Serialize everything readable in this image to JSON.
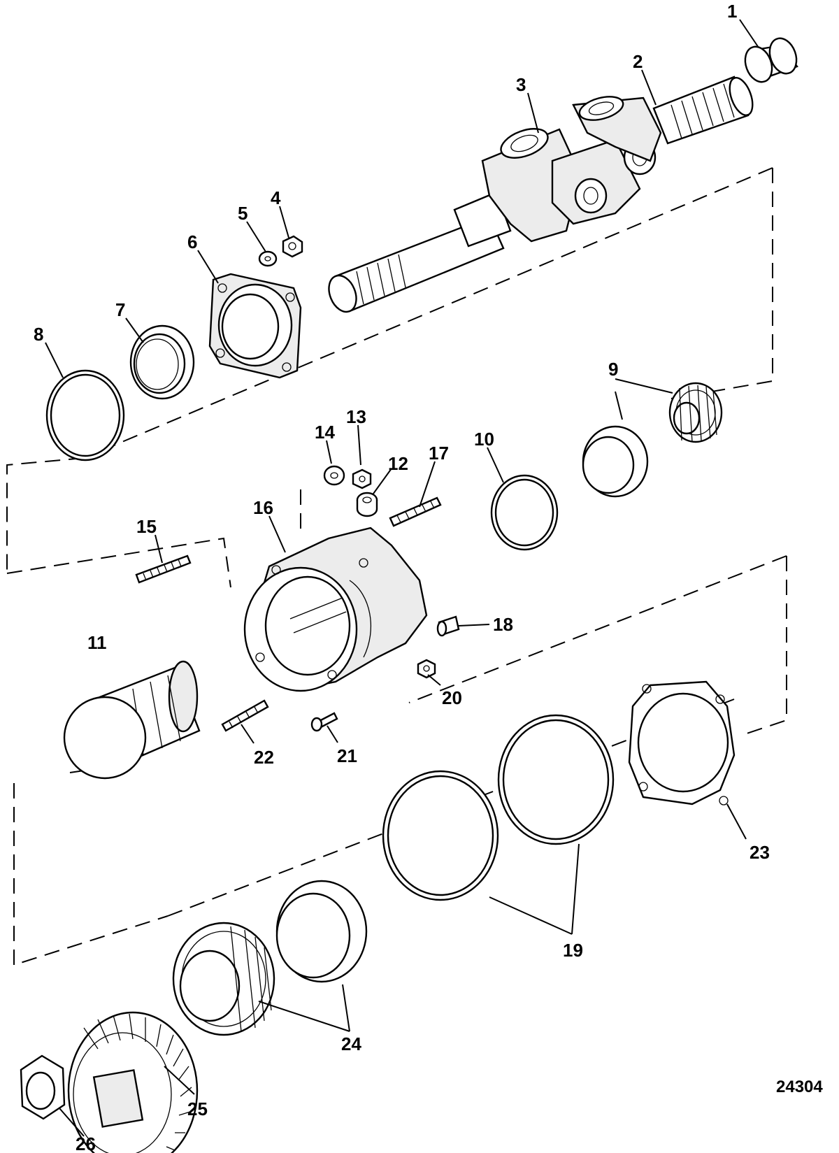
{
  "figure_number": "24304",
  "callouts": [
    {
      "id": "1",
      "label": "1"
    },
    {
      "id": "2",
      "label": "2"
    },
    {
      "id": "3",
      "label": "3"
    },
    {
      "id": "4",
      "label": "4"
    },
    {
      "id": "5",
      "label": "5"
    },
    {
      "id": "6",
      "label": "6"
    },
    {
      "id": "7",
      "label": "7"
    },
    {
      "id": "8",
      "label": "8"
    },
    {
      "id": "9",
      "label": "9"
    },
    {
      "id": "10",
      "label": "10"
    },
    {
      "id": "11",
      "label": "11"
    },
    {
      "id": "12",
      "label": "12"
    },
    {
      "id": "13",
      "label": "13"
    },
    {
      "id": "14",
      "label": "14"
    },
    {
      "id": "15",
      "label": "15"
    },
    {
      "id": "16",
      "label": "16"
    },
    {
      "id": "17",
      "label": "17"
    },
    {
      "id": "18",
      "label": "18"
    },
    {
      "id": "19",
      "label": "19"
    },
    {
      "id": "20",
      "label": "20"
    },
    {
      "id": "21",
      "label": "21"
    },
    {
      "id": "22",
      "label": "22"
    },
    {
      "id": "23",
      "label": "23"
    },
    {
      "id": "24",
      "label": "24"
    },
    {
      "id": "25",
      "label": "25"
    },
    {
      "id": "26",
      "label": "26"
    }
  ]
}
